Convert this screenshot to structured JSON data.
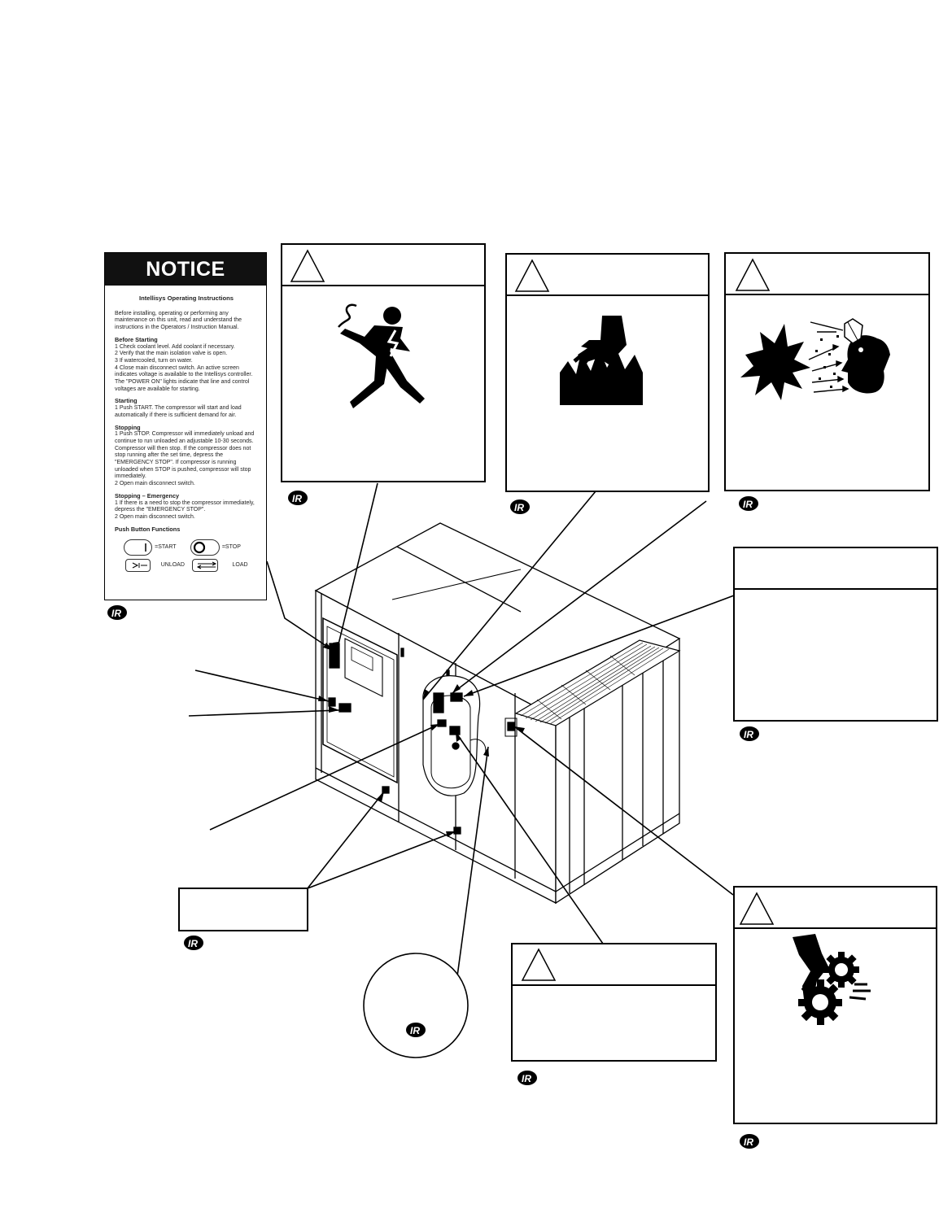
{
  "notice": {
    "title": "NOTICE",
    "heading": "Intellisys Operating Instructions",
    "intro": "Before installing, operating or performing any maintenance on this unit, read and understand the instructions in the Operators / Instruction Manual.",
    "before_starting": {
      "title": "Before Starting",
      "steps": [
        "1  Check coolant level.  Add coolant if necessary.",
        "2  Verify that the main isolation valve is open.",
        "3  If watercooled, turn on water.",
        "4  Close main disconnect switch.  An active screen indicates voltage is available to the Intellisys controller.  The \"POWER ON\" lights indicate that line and control voltages are available for starting."
      ]
    },
    "starting": {
      "title": "Starting",
      "steps": [
        "1  Push START.  The compressor will start and load automatically if there is sufficient demand for air."
      ]
    },
    "stopping": {
      "title": "Stopping",
      "steps": [
        "1  Push STOP.  Compressor will immediately unload and continue to run unloaded an adjustable 10-30 seconds.  Compressor will then stop.  If the compressor does not stop running after the set time, depress the \"EMERGENCY STOP\".  If compressor is running unloaded when STOP is pushed, compressor will stop immediately.",
        "2  Open main disconnect switch."
      ]
    },
    "stopping_emergency": {
      "title": "Stopping – Emergency",
      "steps": [
        "1  If there is a need to stop the compressor immediately, depress the \"EMERGENCY STOP\".",
        "2  Open main disconnect switch."
      ]
    },
    "push_buttons": {
      "title": "Push Button Functions",
      "start": "=START",
      "stop": "=STOP",
      "unload": "UNLOAD",
      "load": "LOAD"
    }
  },
  "icons": {
    "warning": "warning-triangle-icon",
    "shock": "electric-shock-icon",
    "burn": "hot-surface-icon",
    "blast": "flying-debris-icon",
    "gears": "entanglement-gears-icon",
    "brand": "ir-logo-icon"
  }
}
